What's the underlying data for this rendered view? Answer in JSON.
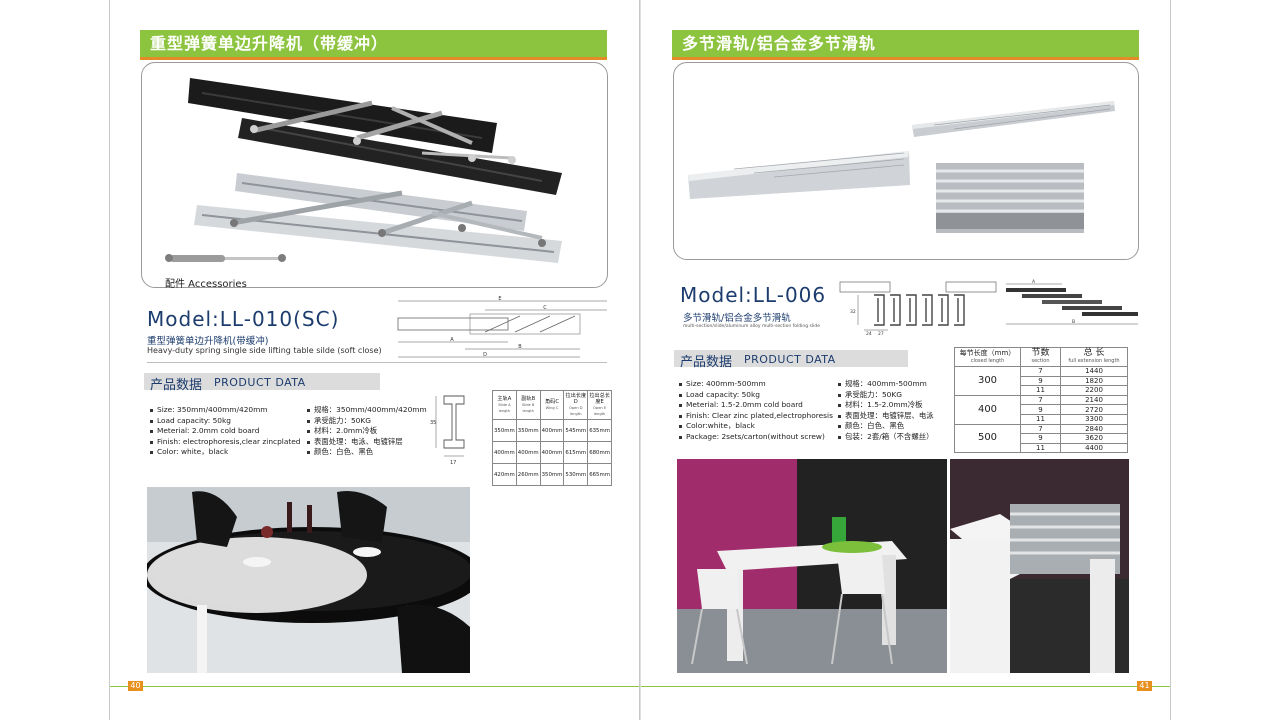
{
  "left_page": {
    "header_title": "重型弹簧单边升降机（带缓冲）",
    "accessories_label": "配件 Accessories",
    "model_title": "Model:LL-010(SC)",
    "model_subtitle_cn": "重型弹簧单边升降机(带缓冲)",
    "model_subtitle_en": "Heavy-duty spring single side lifting table silde (soft close)",
    "product_data_cn": "产品数据",
    "product_data_en": "PRODUCT DATA",
    "specs_en": [
      "Size: 350mm/400mm/420mm",
      "Load capacity: 50kg",
      "Meterial: 2.0mm cold board",
      "Finish: electrophoresis,clear zincplated",
      "Color: white，black"
    ],
    "specs_cn": [
      "规格：350mm/400mm/420mm",
      "承受能力：50KG",
      "材料：2.0mm冷板",
      "表面处理：电泳、电镀锌层",
      "颜色：白色、黑色"
    ],
    "drawing_labels": {
      "E": "E",
      "C": "C",
      "A": "A",
      "B": "B",
      "D": "D",
      "profile_w": "17",
      "profile_h": "35"
    },
    "dim_table": {
      "headers": [
        {
          "cn": "主轨A",
          "en": "Slide A length"
        },
        {
          "cn": "副轨B",
          "en": "Slide B length"
        },
        {
          "cn": "角码C",
          "en": "Wing C"
        },
        {
          "cn": "拉出长度D",
          "en": "Open D length"
        },
        {
          "cn": "拉出总长度E",
          "en": "Open E length"
        }
      ],
      "rows": [
        [
          "350mm",
          "350mm",
          "400mm",
          "545mm",
          "635mm"
        ],
        [
          "400mm",
          "400mm",
          "400mm",
          "615mm",
          "680mm"
        ],
        [
          "420mm",
          "260mm",
          "350mm",
          "530mm",
          "665mm"
        ]
      ]
    },
    "page_number": "40"
  },
  "right_page": {
    "header_title": "多节滑轨/铝合金多节滑轨",
    "model_title": "Model:LL-006",
    "model_subtitle_cn": "多节滑轨/铝合金多节滑轨",
    "model_subtitle_en": "multi-section/slide/aluminum alloy multi-section folding slide",
    "product_data_cn": "产品数据",
    "product_data_en": "PRODUCT DATA",
    "specs_en": [
      "Size: 400mm-500mm",
      "Load capacity: 50kg",
      "Meterial: 1.5-2.0mm cold board",
      "Finish: Clear zinc plated,electrophoresis",
      "Color:white，black",
      "Package: 2sets/carton(without screw)"
    ],
    "specs_cn": [
      "规格：400mm-500mm",
      "承受能力：50KG",
      "材料：1.5-2.0mm冷板",
      "表面处理：电镀锌层、电泳",
      "颜色：白色、黑色",
      "包装：2套/箱（不含螺丝）"
    ],
    "drawing_labels": {
      "A": "A",
      "B": "B",
      "w1": "24",
      "w2": "27",
      "h": "32"
    },
    "length_table": {
      "h1_cn": "每节长度（mm）",
      "h1_en": "closed length",
      "h2_cn": "节数",
      "h2_en": "section",
      "h3_cn": "总 长",
      "h3_en": "full extension length",
      "groups": [
        {
          "closed": "300",
          "rows": [
            [
              "7",
              "1440"
            ],
            [
              "9",
              "1820"
            ],
            [
              "11",
              "2200"
            ]
          ]
        },
        {
          "closed": "400",
          "rows": [
            [
              "7",
              "2140"
            ],
            [
              "9",
              "2720"
            ],
            [
              "11",
              "3300"
            ]
          ]
        },
        {
          "closed": "500",
          "rows": [
            [
              "7",
              "2840"
            ],
            [
              "9",
              "3620"
            ],
            [
              "11",
              "4400"
            ]
          ]
        }
      ]
    },
    "page_number": "41"
  },
  "colors": {
    "header_green": "#8dc43f",
    "header_orange_rule": "#e38b26",
    "model_blue": "#1c3c6e",
    "page_number_orange": "#e8901e"
  }
}
